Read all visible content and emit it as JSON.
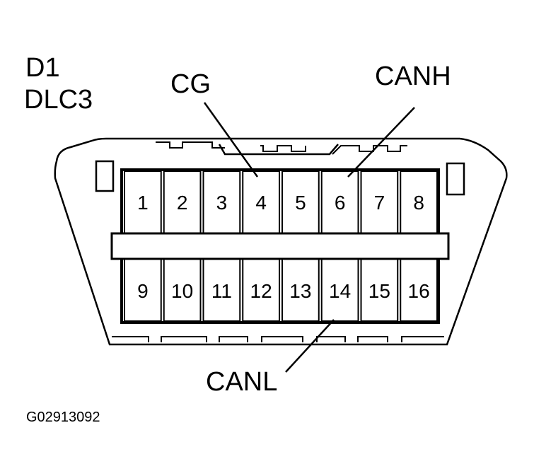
{
  "header": {
    "connector_id": "D1",
    "connector_name": "DLC3"
  },
  "callouts": {
    "cg": "CG",
    "canh": "CANH",
    "canl": "CANL"
  },
  "pins_top": [
    "1",
    "2",
    "3",
    "4",
    "5",
    "6",
    "7",
    "8"
  ],
  "pins_bottom": [
    "9",
    "10",
    "11",
    "12",
    "13",
    "14",
    "15",
    "16"
  ],
  "figure_code": "G02913092"
}
